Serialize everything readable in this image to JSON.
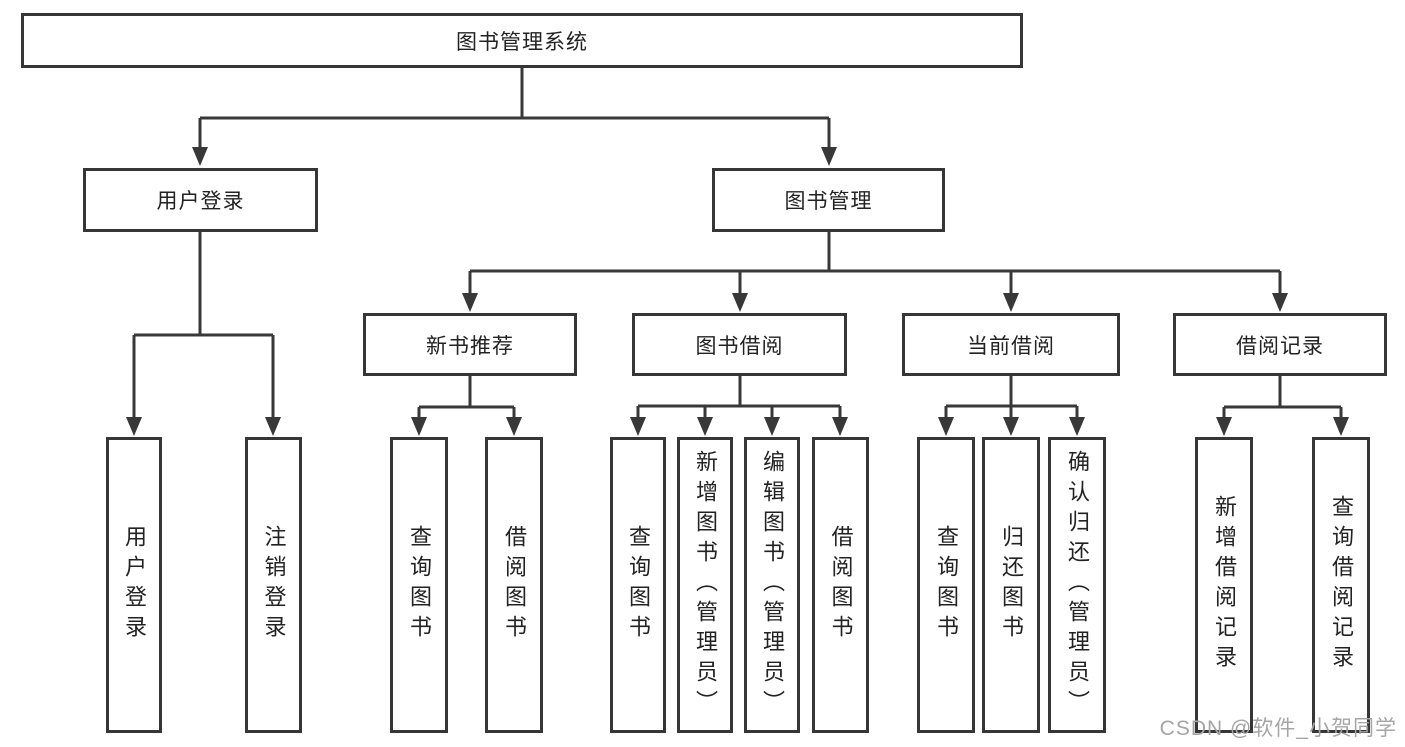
{
  "tree": {
    "root": {
      "label": "图书管理系统"
    },
    "branches": [
      {
        "label": "用户登录",
        "children": [
          {
            "label": "用户登录"
          },
          {
            "label": "注销登录"
          }
        ]
      },
      {
        "label": "图书管理",
        "children": [
          {
            "label": "新书推荐",
            "children": [
              {
                "label": "查询图书"
              },
              {
                "label": "借阅图书"
              }
            ]
          },
          {
            "label": "图书借阅",
            "children": [
              {
                "label": "查询图书"
              },
              {
                "label": "新增图书（管理员）"
              },
              {
                "label": "编辑图书（管理员）"
              },
              {
                "label": "借阅图书"
              }
            ]
          },
          {
            "label": "当前借阅",
            "children": [
              {
                "label": "查询图书"
              },
              {
                "label": "归还图书"
              },
              {
                "label": "确认归还（管理员）"
              }
            ]
          },
          {
            "label": "借阅记录",
            "children": [
              {
                "label": "新增借阅记录"
              },
              {
                "label": "查询借阅记录"
              }
            ]
          }
        ]
      }
    ]
  },
  "watermark": {
    "text": "CSDN @软件_小贺同学",
    "color": "#a5a5a5"
  },
  "colors": {
    "line": "#383838",
    "box_border": "#363636",
    "text": "#222222",
    "background": "#ffffff"
  }
}
